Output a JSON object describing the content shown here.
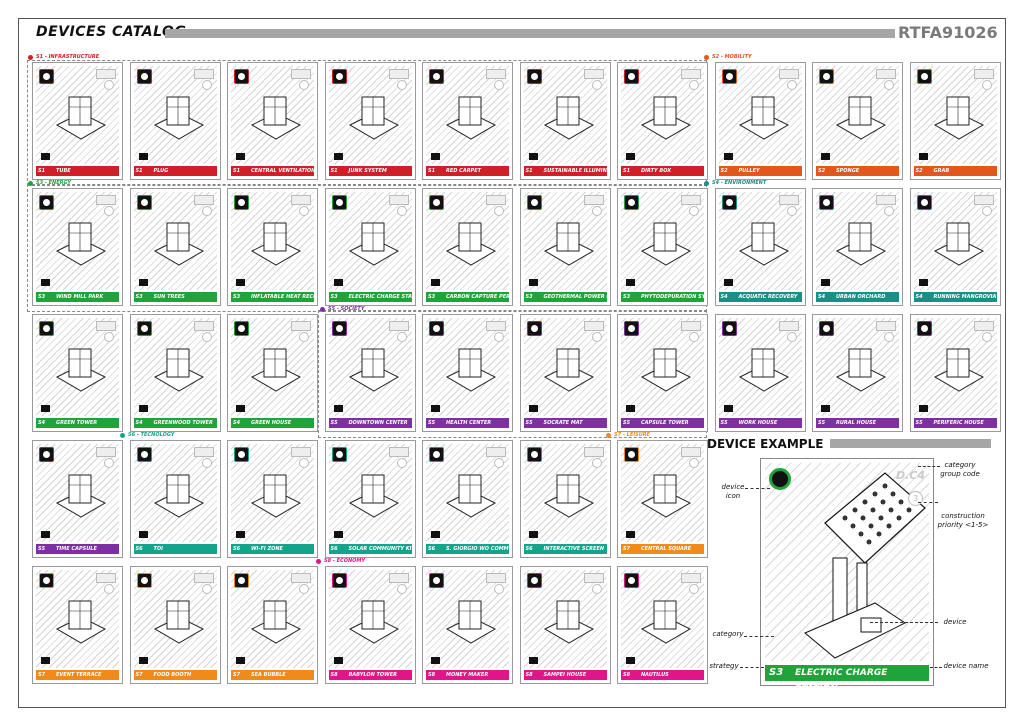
{
  "header": {
    "title": "DEVICES CATALOG",
    "code": "RTFA91026"
  },
  "sections": [
    {
      "label": "S1 - INFRASTRUCTURE",
      "color": "#d11f27"
    },
    {
      "label": "S2 - MOBILITY",
      "color": "#e2571c"
    },
    {
      "label": "S3 - ENERGY",
      "color": "#1fa33a"
    },
    {
      "label": "S4 - ENVIRONMENT",
      "color": "#1a8f86"
    },
    {
      "label": "S5 - SOCIETY",
      "color": "#7d2fa3"
    },
    {
      "label": "S6 - TECNOLOGY",
      "color": "#14a48b"
    },
    {
      "label": "S7 - LEISURE",
      "color": "#f08a1b"
    },
    {
      "label": "S8 - ECONOMY",
      "color": "#e0158a"
    }
  ],
  "cards": [
    {
      "s": "S1",
      "name": "TUBE",
      "color": "#d11f27"
    },
    {
      "s": "S1",
      "name": "PLUG",
      "color": "#d11f27"
    },
    {
      "s": "S1",
      "name": "CENTRAL VENTILATION DUCT",
      "color": "#d11f27"
    },
    {
      "s": "S1",
      "name": "JUNK SYSTEM",
      "color": "#d11f27"
    },
    {
      "s": "S1",
      "name": "RED CARPET",
      "color": "#d11f27"
    },
    {
      "s": "S1",
      "name": "SUSTAINABLE ILLUMINATION",
      "color": "#d11f27"
    },
    {
      "s": "S1",
      "name": "DIRTY BOX",
      "color": "#d11f27"
    },
    {
      "s": "S2",
      "name": "PULLEY",
      "color": "#e2571c"
    },
    {
      "s": "S2",
      "name": "SPONGE",
      "color": "#e2571c"
    },
    {
      "s": "S2",
      "name": "GRAB",
      "color": "#e2571c"
    },
    {
      "s": "S3",
      "name": "WIND MILL PARK",
      "color": "#1fa33a"
    },
    {
      "s": "S3",
      "name": "SUN TREES",
      "color": "#1fa33a"
    },
    {
      "s": "S3",
      "name": "INFLATABLE HEAT RECOVERY",
      "color": "#1fa33a"
    },
    {
      "s": "S3",
      "name": "ELECTRIC CHARGE STATION",
      "color": "#1fa33a"
    },
    {
      "s": "S3",
      "name": "CARBON CAPTURE PERGOLA",
      "color": "#1fa33a"
    },
    {
      "s": "S3",
      "name": "GEOTHERMAL POWER PLANT",
      "color": "#1fa33a"
    },
    {
      "s": "S3",
      "name": "PHYTODEPURATION SYSTEM",
      "color": "#1fa33a"
    },
    {
      "s": "S4",
      "name": "ACQUATIC RECOVERY",
      "color": "#1a8f86"
    },
    {
      "s": "S4",
      "name": "URBAN ORCHARD",
      "color": "#1a8f86"
    },
    {
      "s": "S4",
      "name": "RUNNING MANGROVIA",
      "color": "#1a8f86"
    },
    {
      "s": "S4",
      "name": "GREEN TOWER",
      "color": "#1fa33a"
    },
    {
      "s": "S4",
      "name": "GREENWOOD TOWER",
      "color": "#1fa33a"
    },
    {
      "s": "S4",
      "name": "GREEN HOUSE",
      "color": "#1fa33a"
    },
    {
      "s": "S5",
      "name": "DOWNTOWN CENTER",
      "color": "#7d2fa3"
    },
    {
      "s": "S5",
      "name": "HEALTH CENTER",
      "color": "#7d2fa3"
    },
    {
      "s": "S5",
      "name": "SOCRATE MAT",
      "color": "#7d2fa3"
    },
    {
      "s": "S5",
      "name": "CAPSULE TOWER",
      "color": "#7d2fa3"
    },
    {
      "s": "S5",
      "name": "WORK HOUSE",
      "color": "#7d2fa3"
    },
    {
      "s": "S5",
      "name": "RURAL HOUSE",
      "color": "#7d2fa3"
    },
    {
      "s": "S5",
      "name": "PERIFERIC HOUSE",
      "color": "#7d2fa3"
    },
    {
      "s": "S5",
      "name": "TIME CAPSULE",
      "color": "#7d2fa3"
    },
    {
      "s": "S6",
      "name": "TOI",
      "color": "#14a48b"
    },
    {
      "s": "S6",
      "name": "WI-FI ZONE",
      "color": "#14a48b"
    },
    {
      "s": "S6",
      "name": "SOLAR COMMUNITY KITCHEN",
      "color": "#14a48b"
    },
    {
      "s": "S6",
      "name": "S. GIORGIO WO COMMUNITY",
      "color": "#14a48b"
    },
    {
      "s": "S6",
      "name": "INTERACTIVE SCREEN",
      "color": "#14a48b"
    },
    {
      "s": "S7",
      "name": "CENTRAL SQUARE",
      "color": "#f08a1b"
    },
    {
      "s": "S7",
      "name": "EVENT TERRACE",
      "color": "#f08a1b"
    },
    {
      "s": "S7",
      "name": "FOOD BOOTH",
      "color": "#f08a1b"
    },
    {
      "s": "S7",
      "name": "SEA BUBBLE",
      "color": "#f08a1b"
    },
    {
      "s": "S8",
      "name": "BABYLON TOWER",
      "color": "#e0158a"
    },
    {
      "s": "S8",
      "name": "MONEY MAKER",
      "color": "#e0158a"
    },
    {
      "s": "S8",
      "name": "SAMPEI HOUSE",
      "color": "#e0158a"
    },
    {
      "s": "S8",
      "name": "NAUTILUS",
      "color": "#e0158a"
    }
  ],
  "example": {
    "title": "DEVICE EXAMPLE",
    "strategy": "S3",
    "name": "ELECTRIC CHARGE STATION",
    "group_code": "D.C4",
    "priority": "3",
    "labels": {
      "device_icon": "device icon",
      "category_group_code": "category group code",
      "construction_priority": "construction priority <1-5>",
      "device": "device",
      "category": "category",
      "strategy": "strategy",
      "device_name": "device name"
    }
  }
}
